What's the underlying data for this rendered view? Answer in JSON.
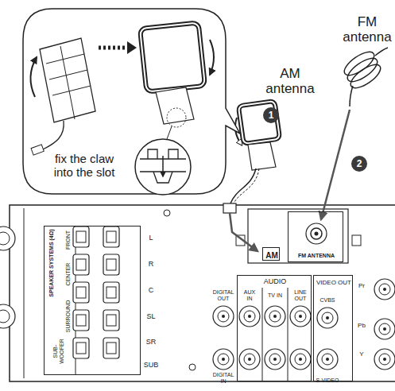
{
  "diagram": {
    "nodes": [
      {
        "text": [
          "fix the claw into the slot"
        ]
      },
      {
        "text": [
          "SPEAKER SYSTEMS (4Ω)"
        ]
      },
      {
        "text": [
          "AM"
        ]
      },
      {
        "text": [
          "FM ANTENNA"
        ]
      },
      {
        "text": [
          "AUDIO"
        ]
      },
      {
        "text": [
          "VIDEO OUT"
        ]
      }
    ],
    "labels": [
      "AM antenna",
      "1",
      "FM antenna",
      "2",
      "FRONT",
      "CENTER",
      "SURROUND",
      "SUB-WOOFER",
      "L",
      "R",
      "C",
      "SL",
      "SR",
      "SUB",
      "DIGITAL OUT",
      "AUX IN",
      "TV IN",
      "LINE OUT",
      "CVBS",
      "Pr",
      "Pb",
      "Y",
      "DIGITAL IN",
      "S-VIDEO"
    ]
  }
}
